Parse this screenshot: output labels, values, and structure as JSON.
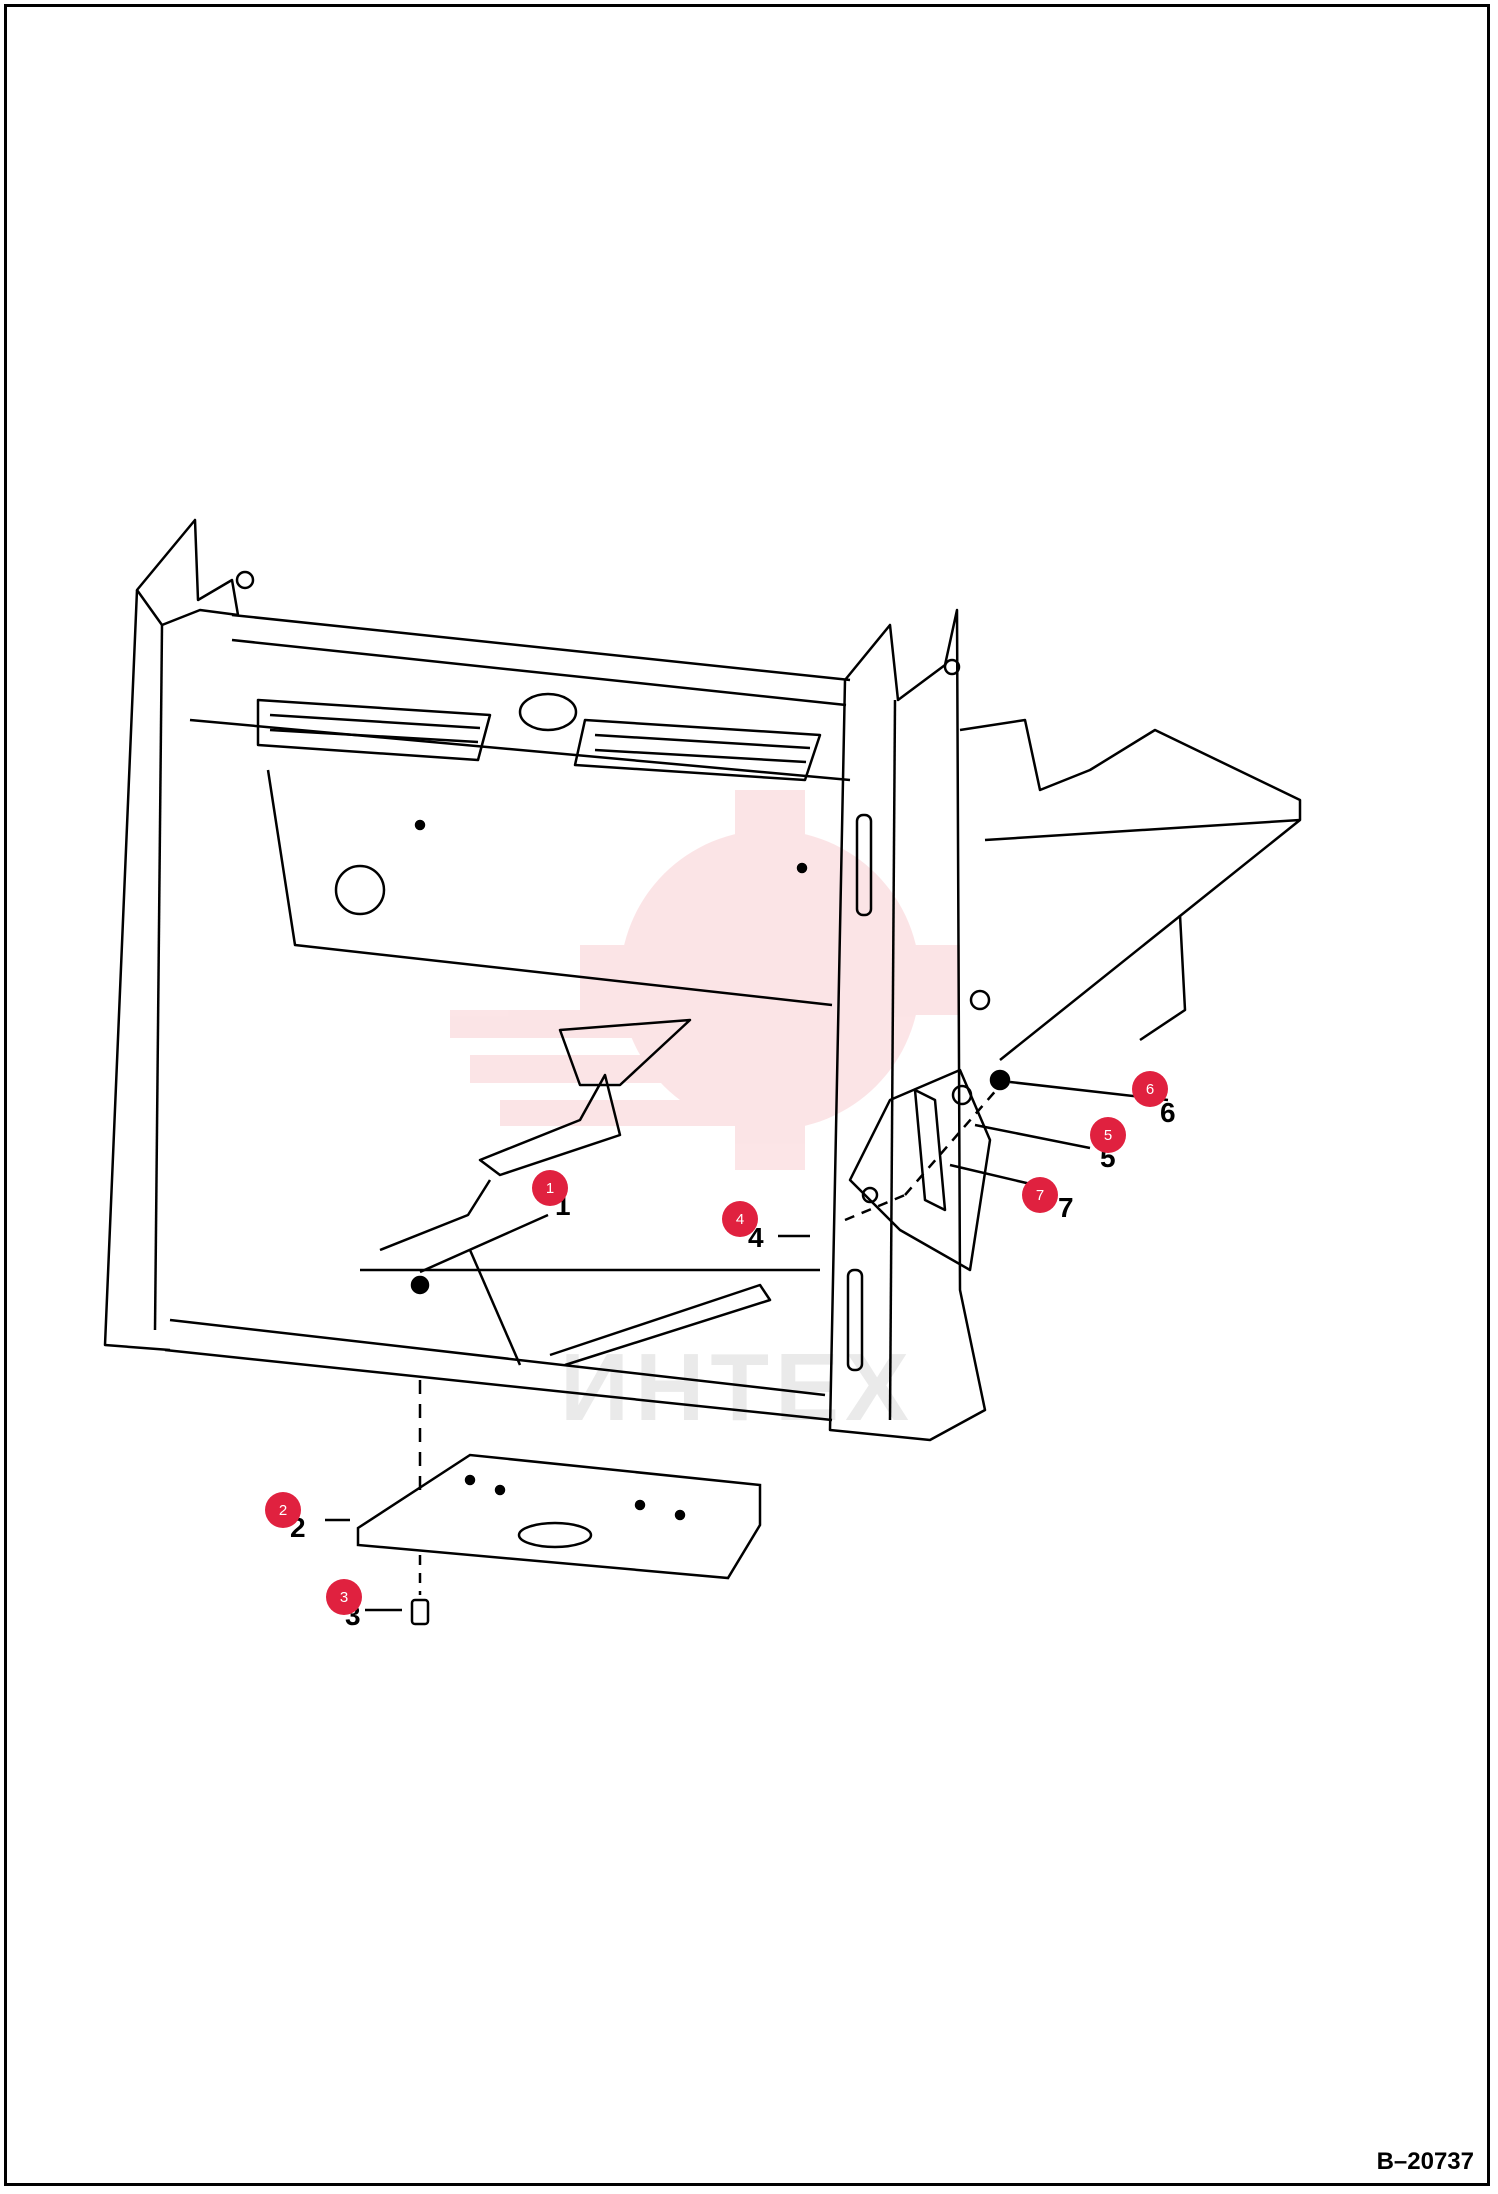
{
  "diagram": {
    "drawing_id": "B–20737",
    "watermark_text": "ИНТЕХ",
    "colors": {
      "badge": "#e0213f",
      "line": "#000000",
      "watermark": "#f4a0a8"
    },
    "callouts": [
      {
        "id": "1",
        "ref": "1"
      },
      {
        "id": "2",
        "ref": "2"
      },
      {
        "id": "3",
        "ref": "3"
      },
      {
        "id": "4",
        "ref": "4"
      },
      {
        "id": "5",
        "ref": "5"
      },
      {
        "id": "6",
        "ref": "6"
      },
      {
        "id": "7",
        "ref": "7"
      }
    ]
  }
}
